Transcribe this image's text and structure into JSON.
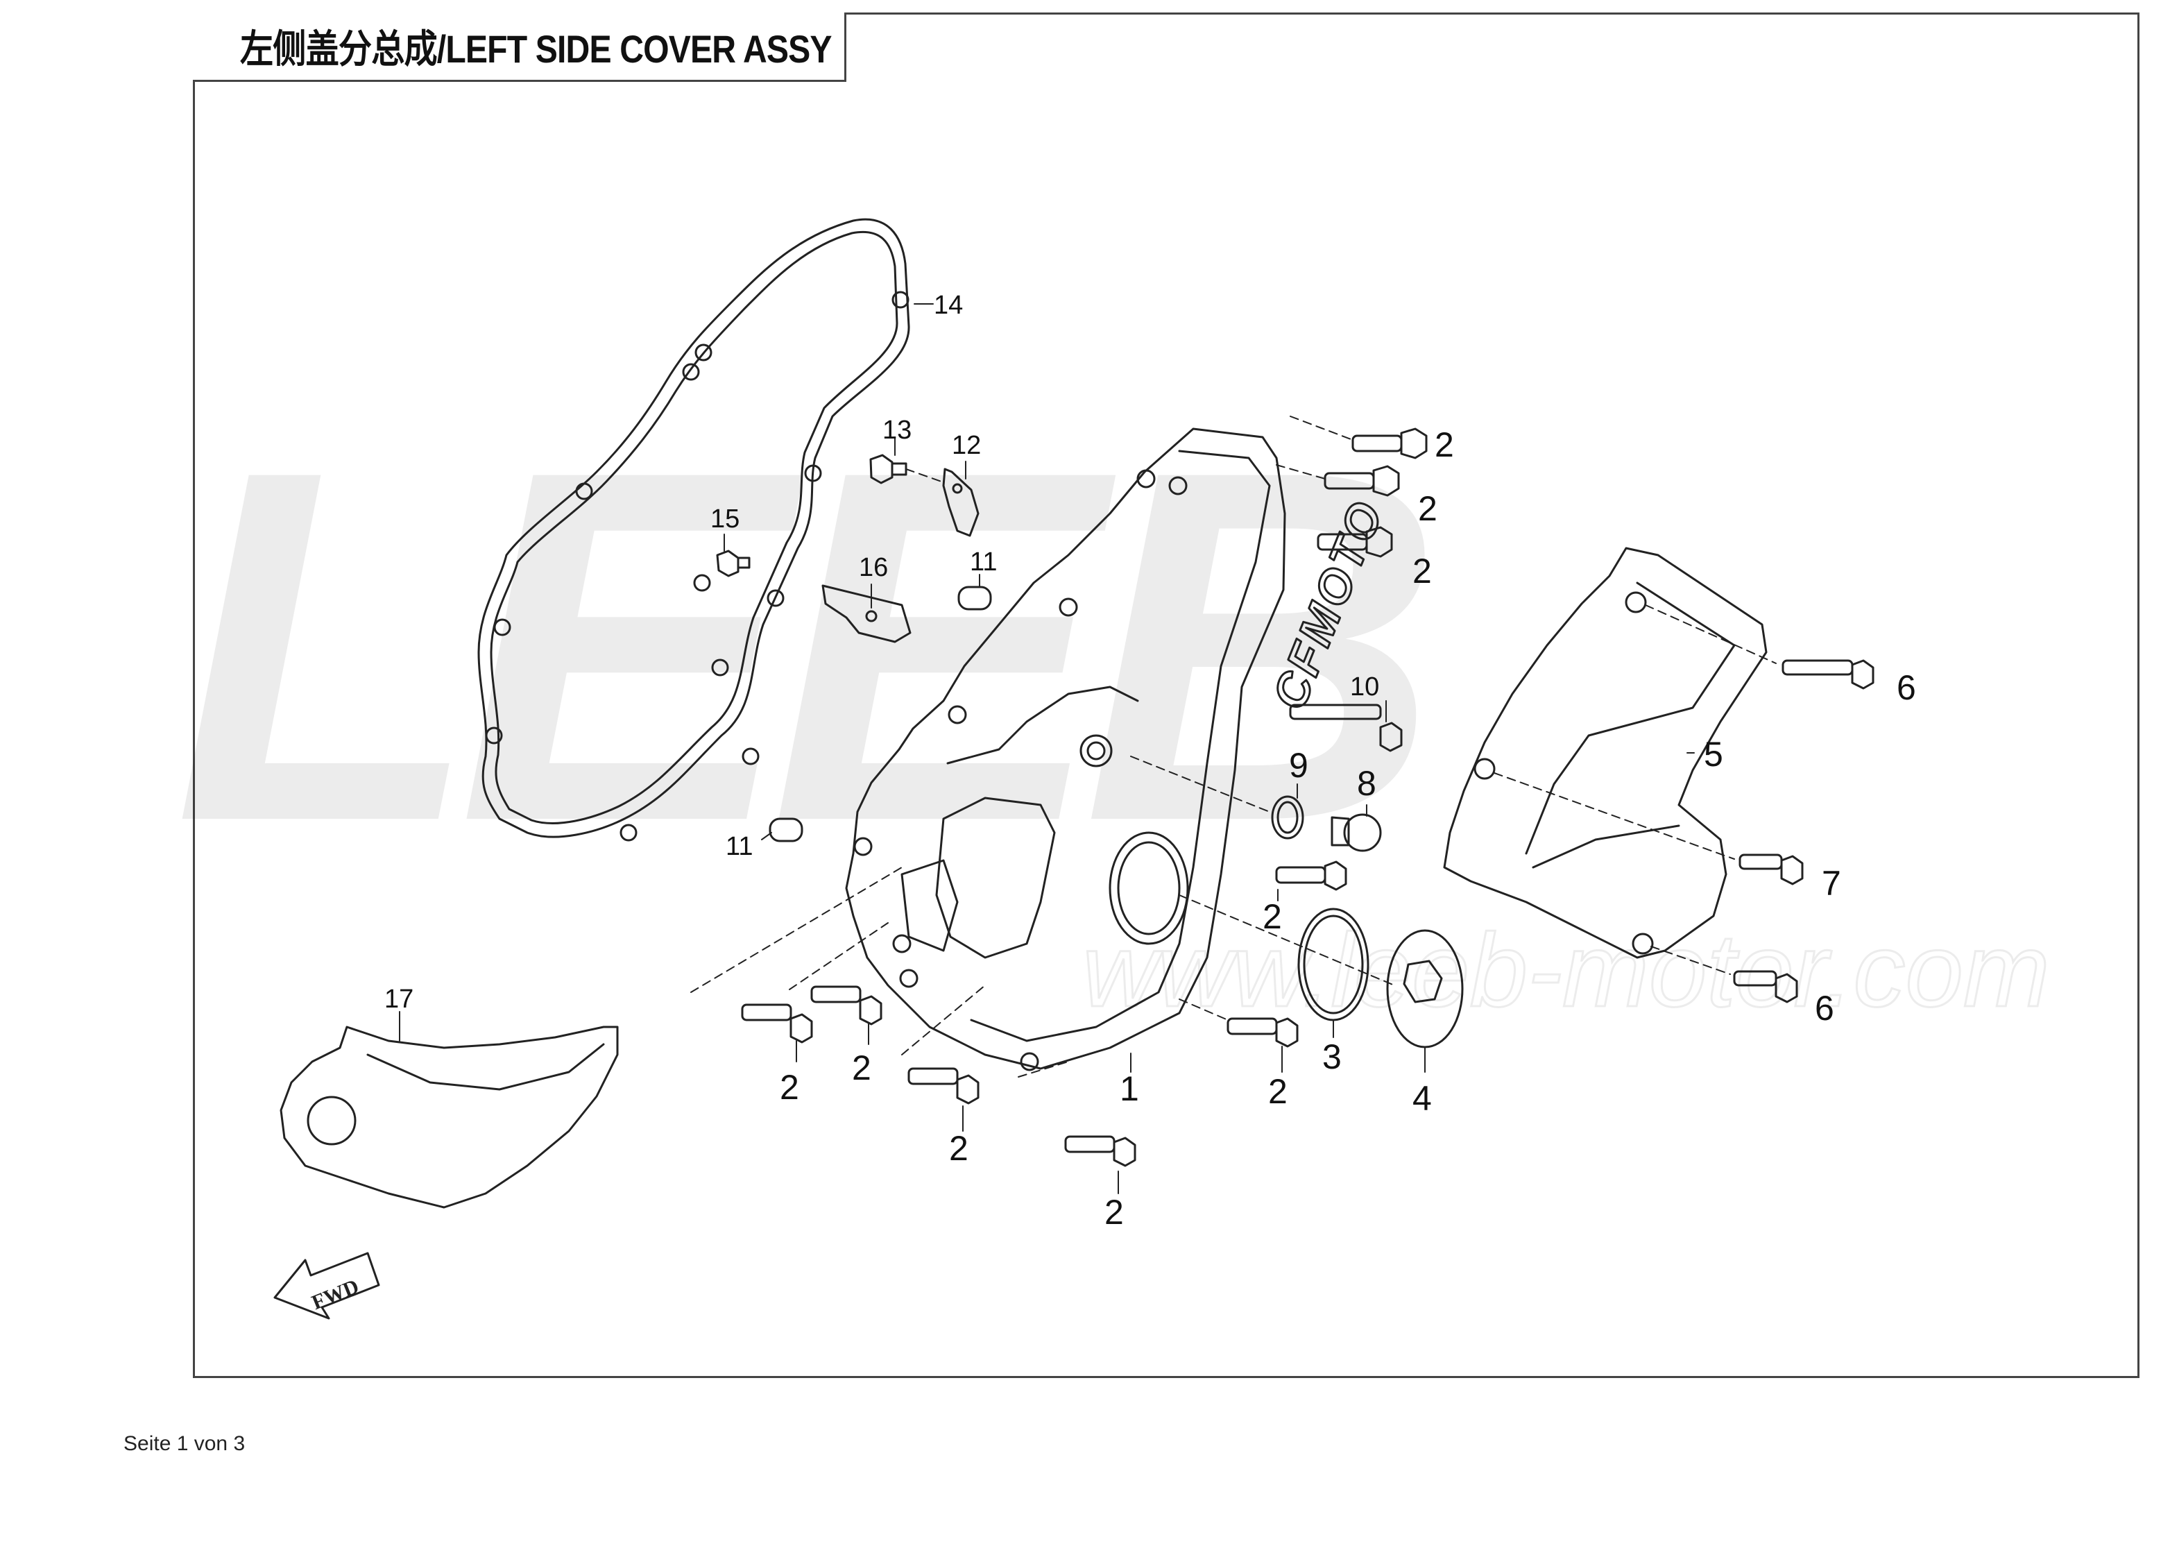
{
  "title": "左侧盖分总成/LEFT SIDE COVER ASSY",
  "watermark": {
    "brand": "LEEB",
    "url": "www.leeb-motor.com"
  },
  "cover_brand": "CFMOTO",
  "fwd_label": "FWD",
  "footer": "Seite 1 von 3",
  "callouts": [
    {
      "id": "c14",
      "label": "14"
    },
    {
      "id": "c13",
      "label": "13"
    },
    {
      "id": "c12",
      "label": "12"
    },
    {
      "id": "c15",
      "label": "15"
    },
    {
      "id": "c16",
      "label": "16"
    },
    {
      "id": "c11a",
      "label": "11"
    },
    {
      "id": "c11b",
      "label": "11"
    },
    {
      "id": "c2a",
      "label": "2"
    },
    {
      "id": "c2b",
      "label": "2"
    },
    {
      "id": "c2c",
      "label": "2"
    },
    {
      "id": "c10",
      "label": "10"
    },
    {
      "id": "c9",
      "label": "9"
    },
    {
      "id": "c8",
      "label": "8"
    },
    {
      "id": "c6a",
      "label": "6"
    },
    {
      "id": "c5",
      "label": "5"
    },
    {
      "id": "c7",
      "label": "7"
    },
    {
      "id": "c6b",
      "label": "6"
    },
    {
      "id": "c2d",
      "label": "2"
    },
    {
      "id": "c3",
      "label": "3"
    },
    {
      "id": "c4",
      "label": "4"
    },
    {
      "id": "c1",
      "label": "1"
    },
    {
      "id": "c2e",
      "label": "2"
    },
    {
      "id": "c2f",
      "label": "2"
    },
    {
      "id": "c2g",
      "label": "2"
    },
    {
      "id": "c2h",
      "label": "2"
    },
    {
      "id": "c2i",
      "label": "2"
    },
    {
      "id": "c17",
      "label": "17"
    }
  ]
}
